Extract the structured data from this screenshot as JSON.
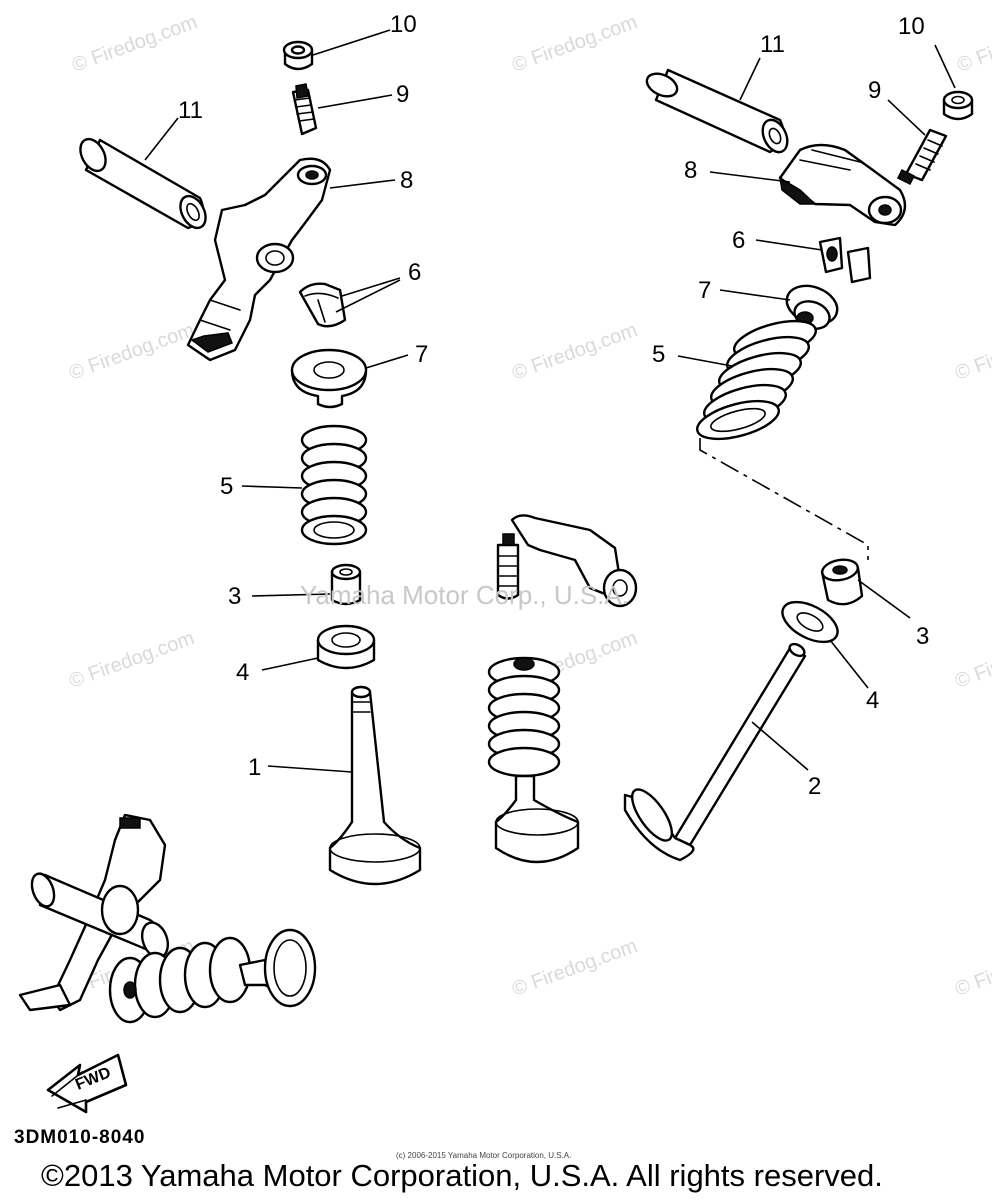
{
  "diagram_code": "3DM010-8040",
  "small_copyright": "(c) 2006-2015 Yamaha Motor Corporation, U.S.A.",
  "main_copyright": "©2013 Yamaha Motor Corporation, U.S.A. All rights reserved.",
  "center_watermark": "Yamaha Motor Corp., U.S.A.",
  "firedog_watermark": "© Firedog.com",
  "fwd_label": "FWD",
  "callouts": [
    "10",
    "9",
    "11",
    "8",
    "6",
    "7",
    "5",
    "3",
    "4",
    "1",
    "11",
    "10",
    "9",
    "8",
    "6",
    "7",
    "5",
    "3",
    "4",
    "2"
  ],
  "colors": {
    "ink": "#000000",
    "background": "#ffffff",
    "watermark": "#d9d9d9"
  }
}
